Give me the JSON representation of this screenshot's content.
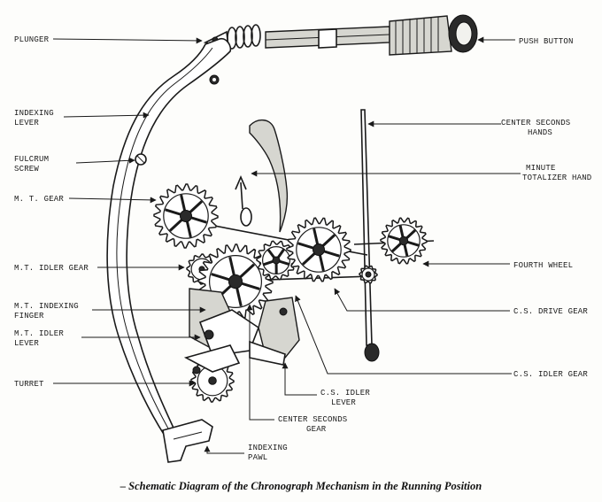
{
  "labels": {
    "plunger": "PLUNGER",
    "push_button": "PUSH BUTTON",
    "indexing_lever": [
      "INDEXING",
      "LEVER"
    ],
    "center_seconds_hands": [
      "CENTER SECONDS",
      "HANDS"
    ],
    "fulcrum_screw": [
      "FULCRUM",
      "SCREW"
    ],
    "minute_totalizer_hand": [
      "MINUTE",
      "TOTALIZER HAND"
    ],
    "mt_gear": "M. T. GEAR",
    "mt_idler_gear": "M.T. IDLER GEAR",
    "fourth_wheel": "FOURTH WHEEL",
    "mt_indexing_finger": [
      "M.T. INDEXING",
      "FINGER"
    ],
    "cs_drive_gear": "C.S. DRIVE GEAR",
    "mt_idler_lever": [
      "M.T. IDLER",
      "LEVER"
    ],
    "turret": "TURRET",
    "cs_idler_gear": "C.S. IDLER GEAR",
    "cs_idler_lever": [
      "C.S. IDLER",
      "LEVER"
    ],
    "center_seconds_gear": [
      "CENTER SECONDS",
      "GEAR"
    ],
    "indexing_pawl": [
      "INDEXING",
      "PAWL"
    ]
  },
  "caption": "– Schematic Diagram of the Chronograph Mechanism in the Running Position"
}
